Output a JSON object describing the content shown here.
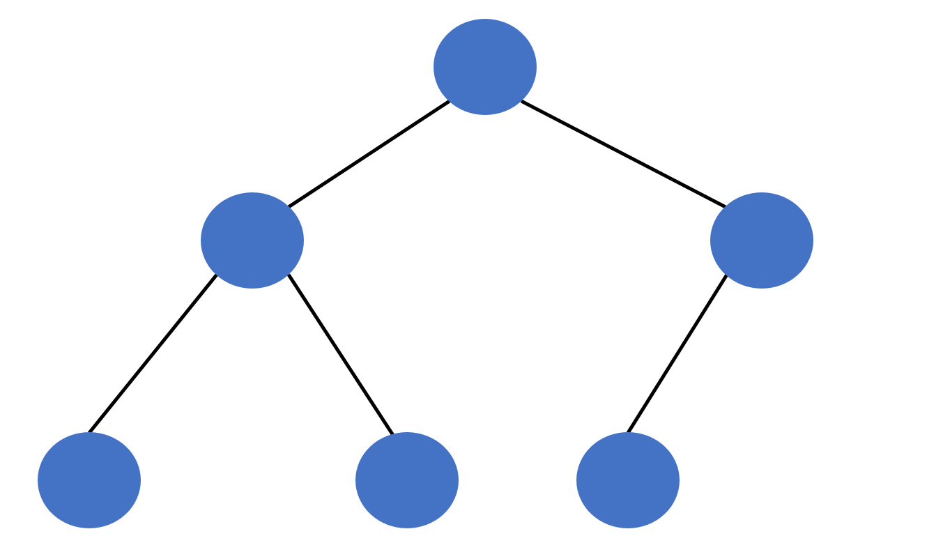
{
  "diagram": {
    "type": "binary-tree",
    "node_color": "#4472C4",
    "edge_color": "#000000",
    "background": "#FFFFFF",
    "nodes": [
      {
        "id": "root"
      },
      {
        "id": "left"
      },
      {
        "id": "right"
      },
      {
        "id": "left-left"
      },
      {
        "id": "left-right"
      },
      {
        "id": "right-left"
      }
    ],
    "edges": [
      {
        "from": "root",
        "to": "left"
      },
      {
        "from": "root",
        "to": "right"
      },
      {
        "from": "left",
        "to": "left-left"
      },
      {
        "from": "left",
        "to": "left-right"
      },
      {
        "from": "right",
        "to": "right-left"
      }
    ]
  }
}
